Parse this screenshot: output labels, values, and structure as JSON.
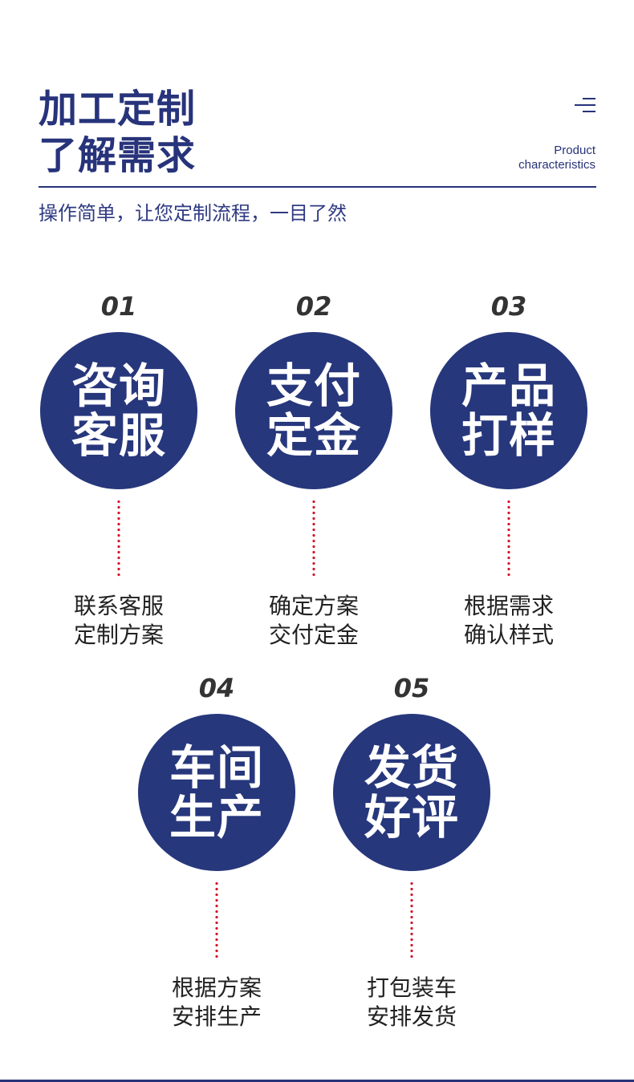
{
  "header": {
    "title_line1": "加工定制",
    "title_line2": "了解需求",
    "en_line1": "Product",
    "en_line2": "characteristics",
    "subtitle": "操作简单，让您定制流程，一目了然"
  },
  "colors": {
    "primary": "#27377c",
    "dots": "#d6152a"
  },
  "steps": [
    {
      "number": "01",
      "circle_line1": "咨询",
      "circle_line2": "客服",
      "desc_line1": "联系客服",
      "desc_line2": "定制方案"
    },
    {
      "number": "02",
      "circle_line1": "支付",
      "circle_line2": "定金",
      "desc_line1": "确定方案",
      "desc_line2": "交付定金"
    },
    {
      "number": "03",
      "circle_line1": "产品",
      "circle_line2": "打样",
      "desc_line1": "根据需求",
      "desc_line2": "确认样式"
    },
    {
      "number": "04",
      "circle_line1": "车间",
      "circle_line2": "生产",
      "desc_line1": "根据方案",
      "desc_line2": "安排生产"
    },
    {
      "number": "05",
      "circle_line1": "发货",
      "circle_line2": "好评",
      "desc_line1": "打包装车",
      "desc_line2": "安排发货"
    }
  ]
}
